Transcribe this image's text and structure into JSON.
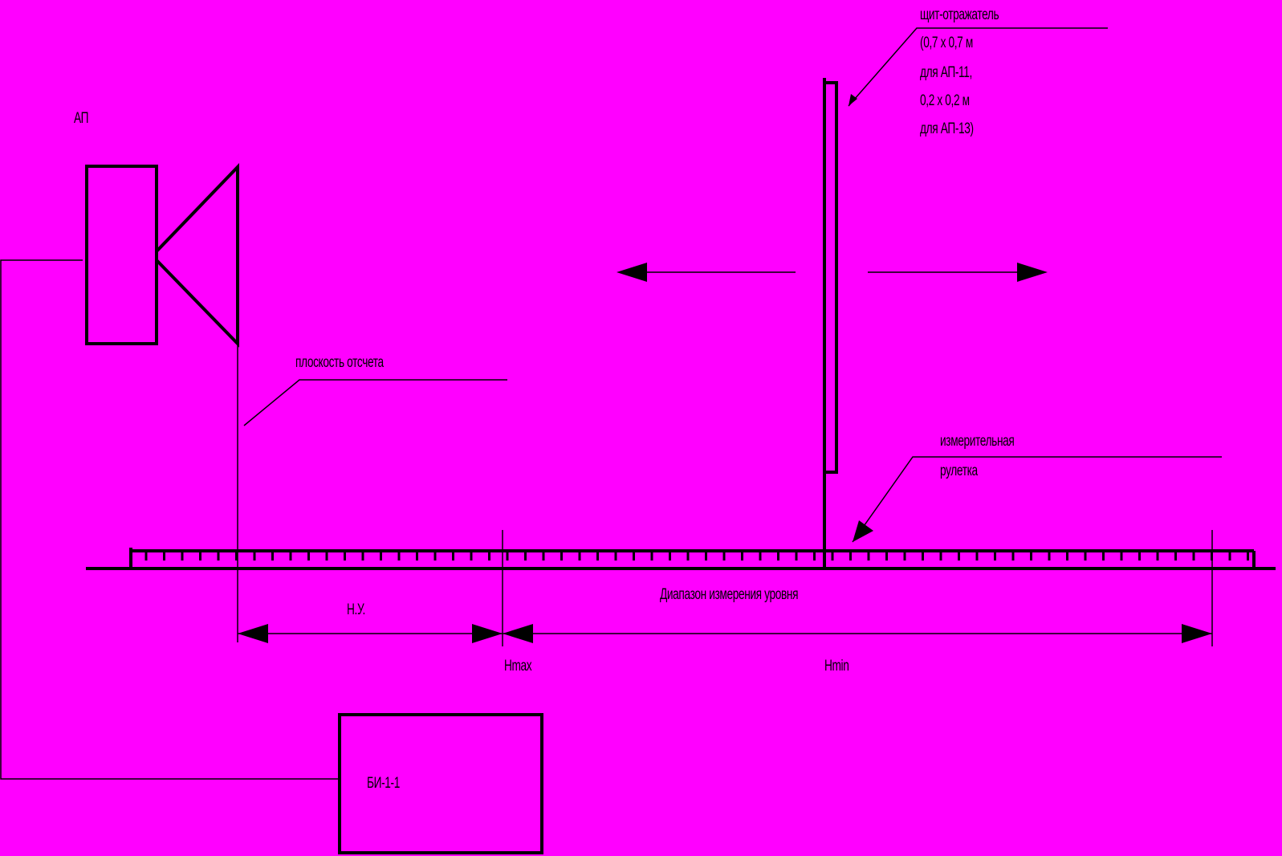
{
  "labels": {
    "device": "АП",
    "reflector_line1": "щит-отражатель",
    "reflector_line2": "(0,7 х 0,7 м",
    "reflector_line3": "для АП-11,",
    "reflector_line4": "0,2 х 0,2 м",
    "reflector_line5": "для АП-13)",
    "reference_plane": "плоскость отсчета",
    "tape_line1": "измерительная",
    "tape_line2": "рулетка",
    "range": "Диапазон  измерения   уровня",
    "dead_zone": "Н.У.",
    "hmax": "Hmax",
    "hmin": "Hmin",
    "unit": "БИ-1-1"
  },
  "colors": {
    "background": "#ff00ff",
    "ink": "#000000"
  }
}
